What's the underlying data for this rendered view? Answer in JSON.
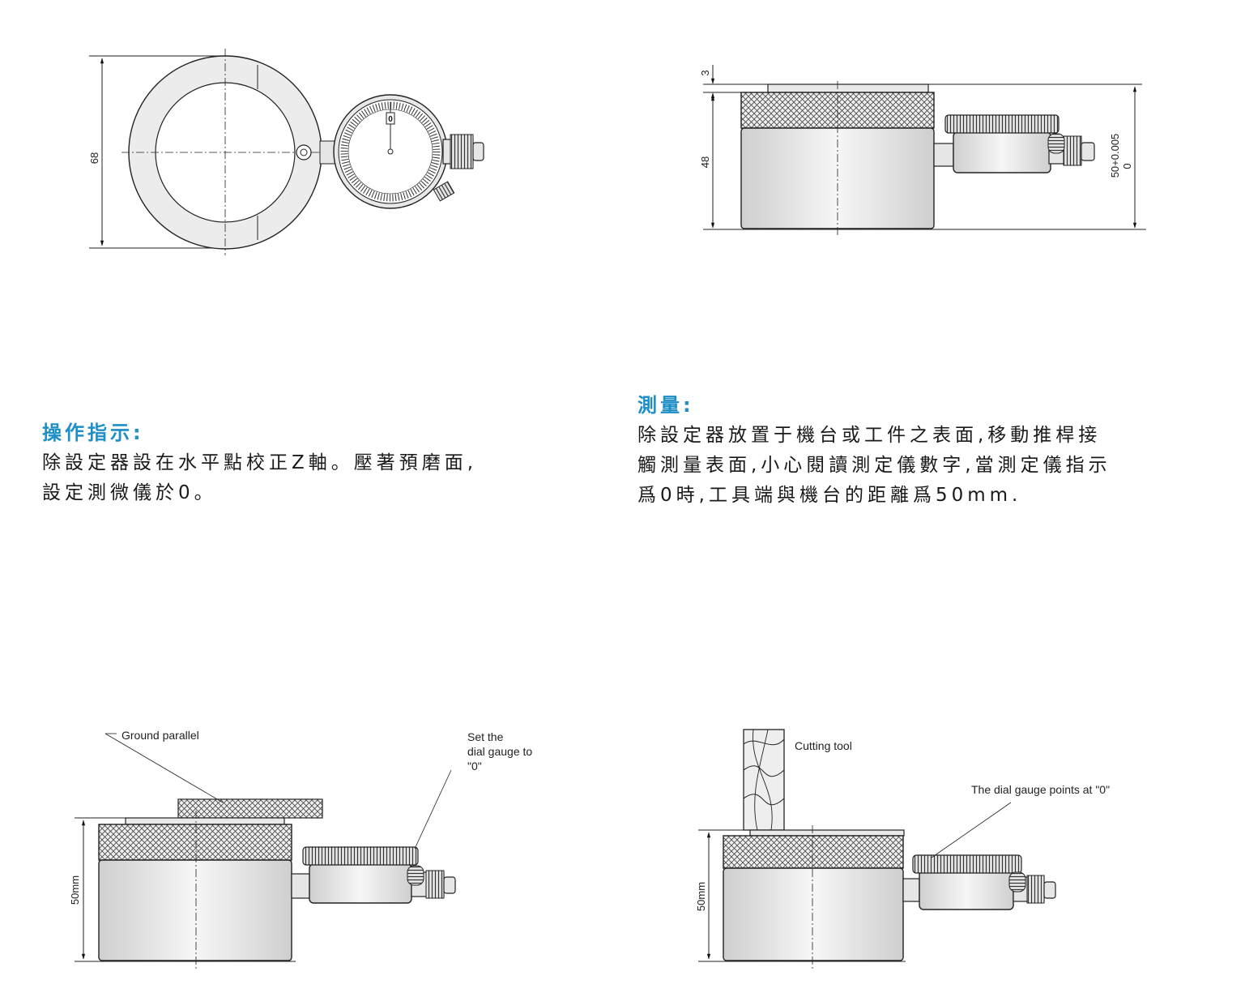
{
  "top_left": {
    "dim_height": "68",
    "dial_zero": "0"
  },
  "top_right": {
    "dim_top": "3",
    "dim_body": "48",
    "dim_total_line1": "50+0.005",
    "dim_total_line2": "0"
  },
  "instructions_left": {
    "heading": "操作指示:",
    "body": "除設定器設在水平點校正Z軸。壓著預磨面,\n設定測微儀於0。"
  },
  "instructions_right": {
    "heading": "測量:",
    "body": "除設定器放置于機台或工件之表面,移動推桿接\n觸測量表面,小心閱讀測定儀數字,當測定儀指示\n爲0時,工具端與機台的距離爲50mm."
  },
  "bottom_left": {
    "label_ground": "Ground parallel",
    "label_set_line1": "Set the",
    "label_set_line2": "dial gauge to",
    "label_set_line3": "\"0\"",
    "dim": "50mm"
  },
  "bottom_right": {
    "label_tool": "Cutting tool",
    "label_points": "The dial gauge points at \"0\"",
    "dim": "50mm"
  }
}
